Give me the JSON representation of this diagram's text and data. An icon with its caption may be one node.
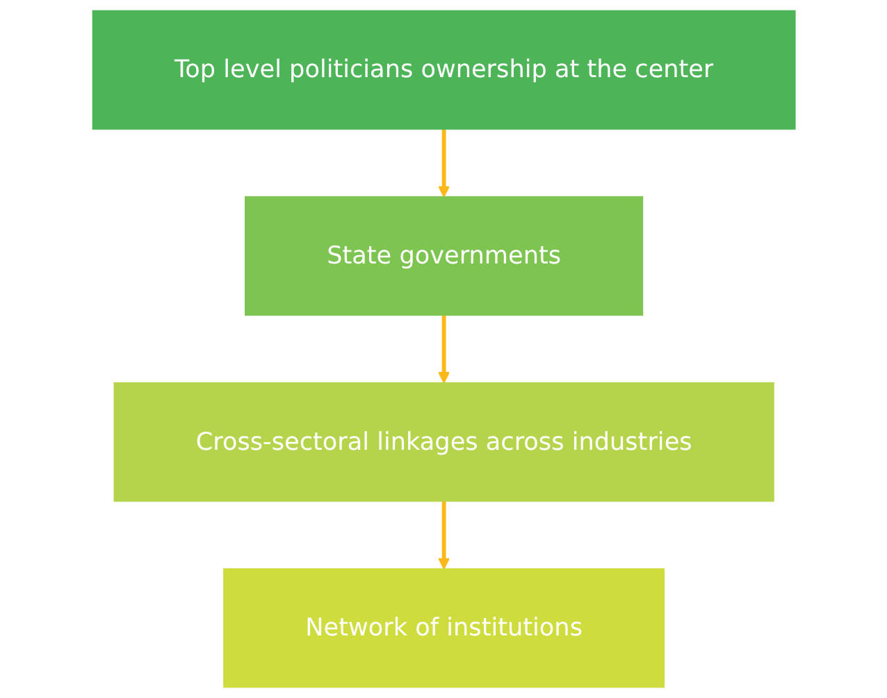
{
  "diagram": {
    "nodes": [
      {
        "text": [
          "Top level politicians ownership at the center"
        ]
      },
      {
        "text": [
          "State governments"
        ]
      },
      {
        "text": [
          "Cross-sectoral linkages across industries"
        ]
      },
      {
        "text": [
          "Network of institutions"
        ]
      }
    ],
    "edges": [
      {
        "from": 0,
        "to": 1,
        "arrow": "to"
      },
      {
        "from": 1,
        "to": 2,
        "arrow": "to"
      },
      {
        "from": 2,
        "to": 3,
        "arrow": "to"
      }
    ]
  }
}
